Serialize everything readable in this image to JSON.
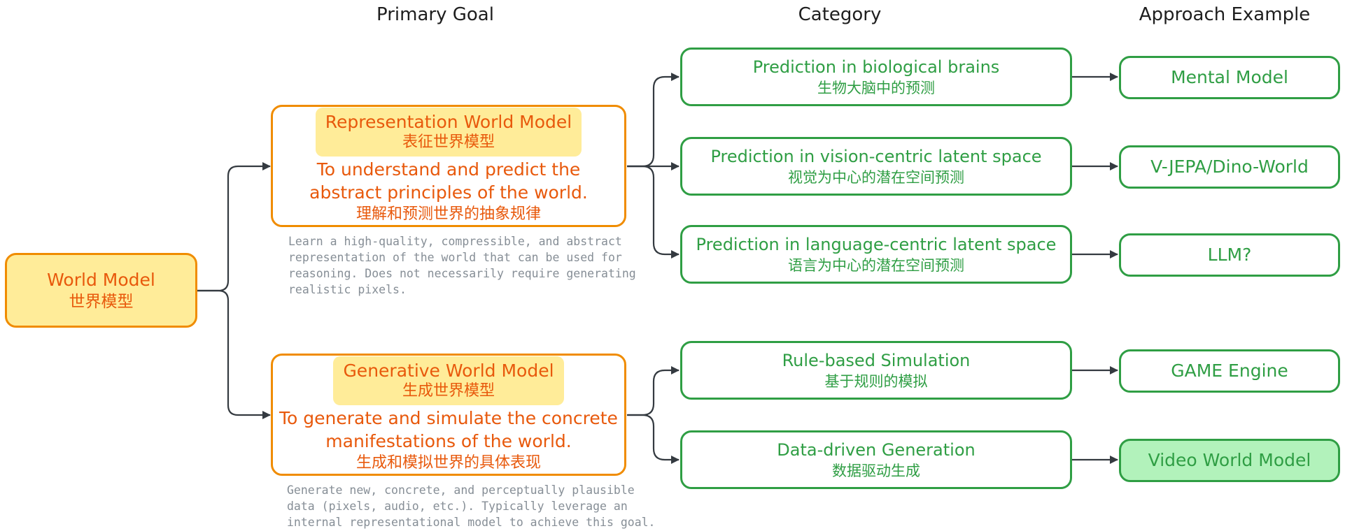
{
  "headers": {
    "primary_goal": "Primary Goal",
    "category": "Category",
    "approach_example": "Approach Example"
  },
  "root": {
    "en": "World Model",
    "zh": "世界模型"
  },
  "representation": {
    "title_en": "Representation World Model",
    "title_zh": "表征世界模型",
    "goal_en_1": "To understand and predict the",
    "goal_en_2": "abstract principles of the world.",
    "goal_zh": "理解和预测世界的抽象规律",
    "note_1": "Learn a high-quality, compressible, and abstract",
    "note_2": "representation of the world that can be used for",
    "note_3": "reasoning. Does not necessarily require generating",
    "note_4": "realistic pixels."
  },
  "generative": {
    "title_en": "Generative World Model",
    "title_zh": "生成世界模型",
    "goal_en_1": "To generate and simulate the concrete",
    "goal_en_2": "manifestations of the world.",
    "goal_zh": "生成和模拟世界的具体表现",
    "note_1": "Generate new, concrete, and perceptually plausible",
    "note_2": "data (pixels, audio, etc.). Typically leverage an",
    "note_3": "internal representational model to achieve this goal."
  },
  "categories": [
    {
      "en": "Prediction in biological brains",
      "zh": "生物大脑中的预测"
    },
    {
      "en": "Prediction in vision-centric latent space",
      "zh": "视觉为中心的潜在空间预测"
    },
    {
      "en": "Prediction in language-centric latent space",
      "zh": "语言为中心的潜在空间预测"
    },
    {
      "en": "Rule-based Simulation",
      "zh": "基于规则的模拟"
    },
    {
      "en": "Data-driven Generation",
      "zh": "数据驱动生成"
    }
  ],
  "examples": [
    {
      "label": "Mental Model"
    },
    {
      "label": "V-JEPA/Dino-World"
    },
    {
      "label": "LLM?"
    },
    {
      "label": "GAME Engine"
    },
    {
      "label": "Video World Model"
    }
  ],
  "colors": {
    "orange_stroke": "#f08c00",
    "orange_text": "#e8590c",
    "yellow_fill": "#ffec99",
    "green_stroke": "#2f9e44",
    "green_fill": "#b2f2bb",
    "arrow": "#343a40",
    "note_text": "#868e96"
  }
}
